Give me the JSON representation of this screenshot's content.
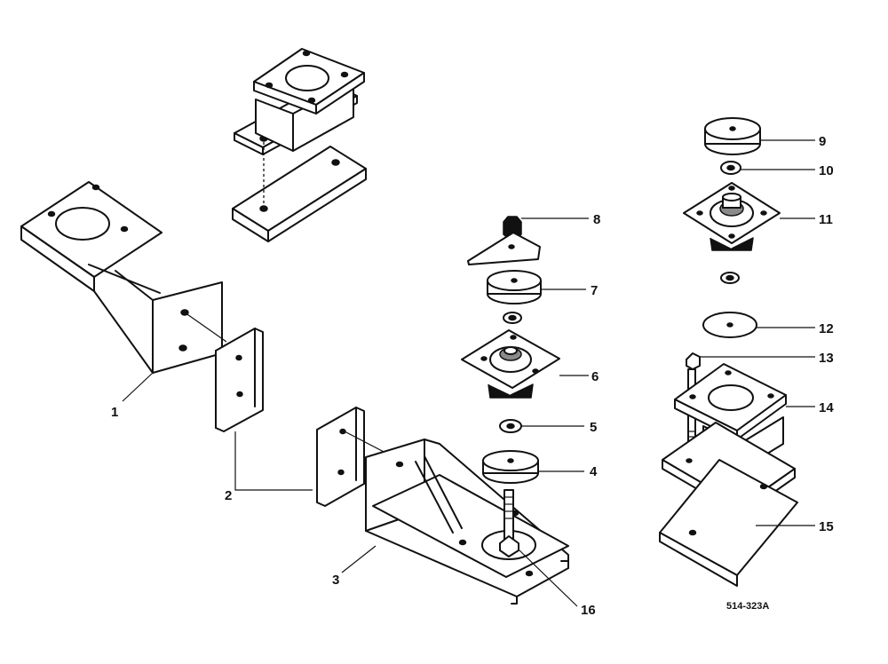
{
  "callouts": {
    "c1": "1",
    "c2": "2",
    "c3": "3",
    "c4": "4",
    "c5": "5",
    "c6": "6",
    "c7": "7",
    "c8": "8",
    "c9": "9",
    "c10": "10",
    "c11": "11",
    "c12": "12",
    "c13": "13",
    "c14": "14",
    "c15": "15",
    "c16": "16"
  },
  "drawing_code": "514-323A"
}
